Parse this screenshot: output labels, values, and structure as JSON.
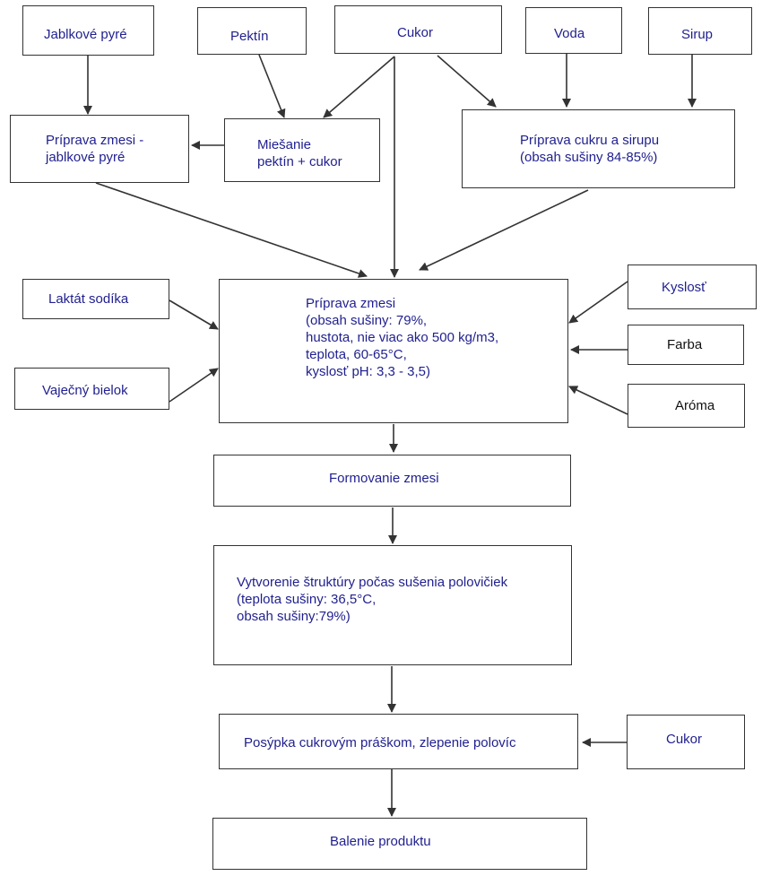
{
  "inputs": {
    "apple": "Jablkové pyré",
    "pectin": "Pektín",
    "sugar_top": "Cukor",
    "water": "Voda",
    "syrup": "Sirup",
    "lactate": "Laktát sodíka",
    "egg_white": "Vaječný bielok",
    "acidity": "Kyslosť",
    "color": "Farba",
    "aroma": "Aróma",
    "sugar_bottom": "Cukor"
  },
  "steps": {
    "apple_prep": "Príprava zmesi -\njablkové pyré",
    "mixing": "Miešanie\npektín + cukor",
    "sugar_syrup_prep": "Príprava cukru a sirupu\n(obsah sušiny 84-85%)",
    "mixture_prep": "Príprava zmesi\n(obsah sušiny: 79%,\nhustota, nie viac ako 500 kg/m3,\nteplota, 60-65°C,\nkyslosť pH: 3,3 - 3,5)",
    "forming": "Formovanie zmesi",
    "structure": "Vytvorenie štruktúry počas sušenia polovičiek\n(teplota sušiny: 36,5°C,\nobsah sušiny:79%)",
    "sprinkling": "Posýpka cukrovým práškom, zlepenie polovíc",
    "packaging": "Balenie produktu"
  },
  "colors": {
    "text": "#1f1f8f",
    "line": "#333333"
  }
}
